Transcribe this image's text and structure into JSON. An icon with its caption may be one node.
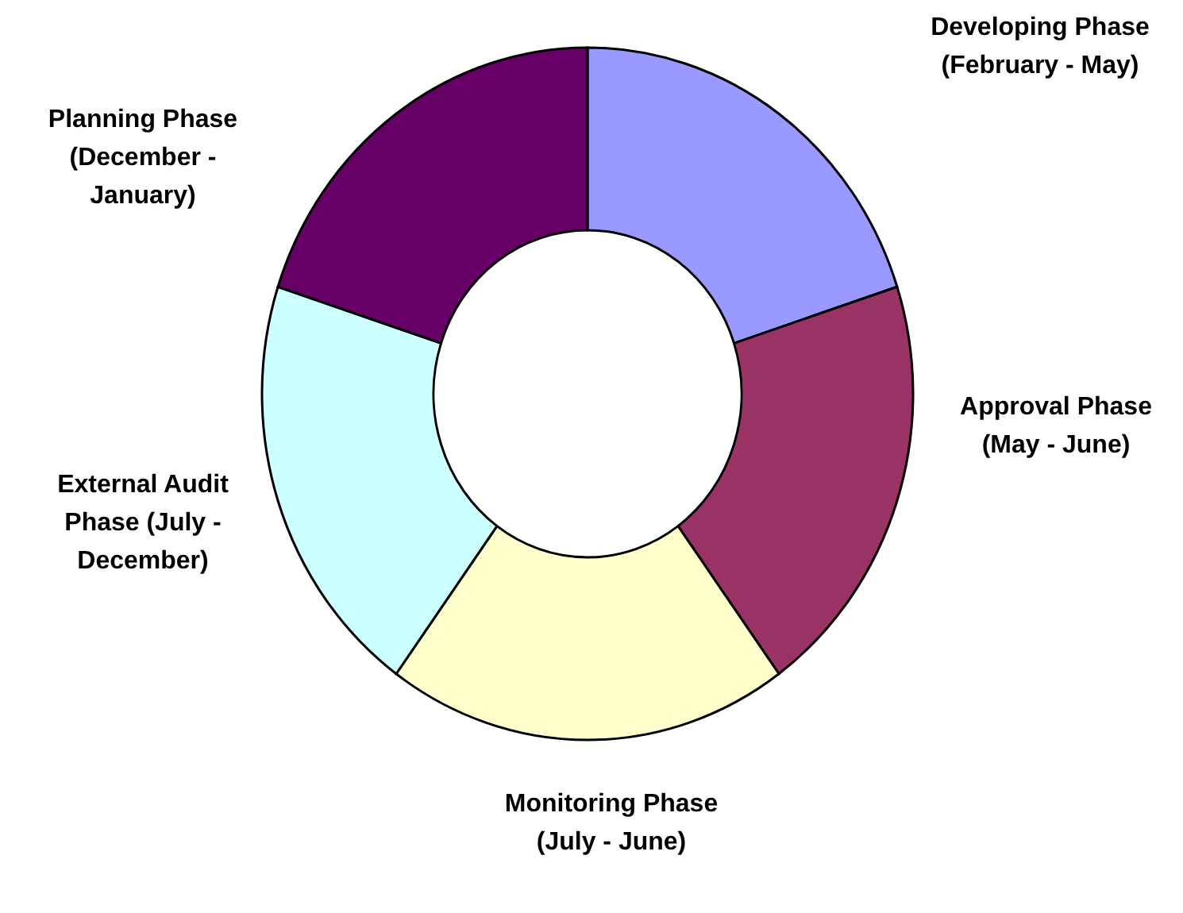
{
  "diagram": {
    "labels": [
      "Developing Phase (February - May)",
      "Planning Phase (December - January)",
      "Approval Phase (May - June)",
      "External Audit Phase (July - December)",
      "Monitoring Phase (July - June)"
    ]
  }
}
